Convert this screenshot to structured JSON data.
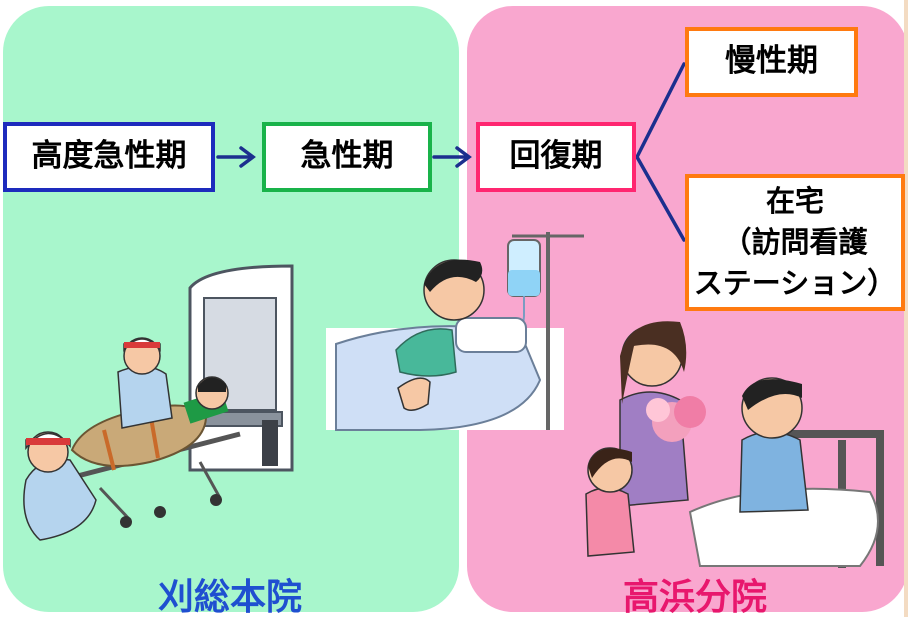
{
  "stages": {
    "high_acute": "高度急性期",
    "acute": "急性期",
    "recovery": "回復期",
    "chronic": "慢性期",
    "home_line1": "在宅",
    "home_line2": "（訪問看護",
    "home_line3": "ステーション）"
  },
  "hospitals": {
    "left": "刈総本院",
    "right": "高浜分院"
  },
  "illustrations": {
    "left": "ambulance-stretcher",
    "middle": "patient-in-bed-iv-drip",
    "right": "family-visit-with-flowers"
  },
  "colors": {
    "left_panel": "#a8f6cc",
    "right_panel": "#f9a7cf",
    "high_acute_border": "#1d2bbd",
    "acute_border": "#19b34a",
    "recovery_border": "#ff2670",
    "chronic_home_border": "#ff7a10",
    "left_caption": "#1f4fd0",
    "right_caption": "#e8176d",
    "connector": "#1c2f8e"
  }
}
